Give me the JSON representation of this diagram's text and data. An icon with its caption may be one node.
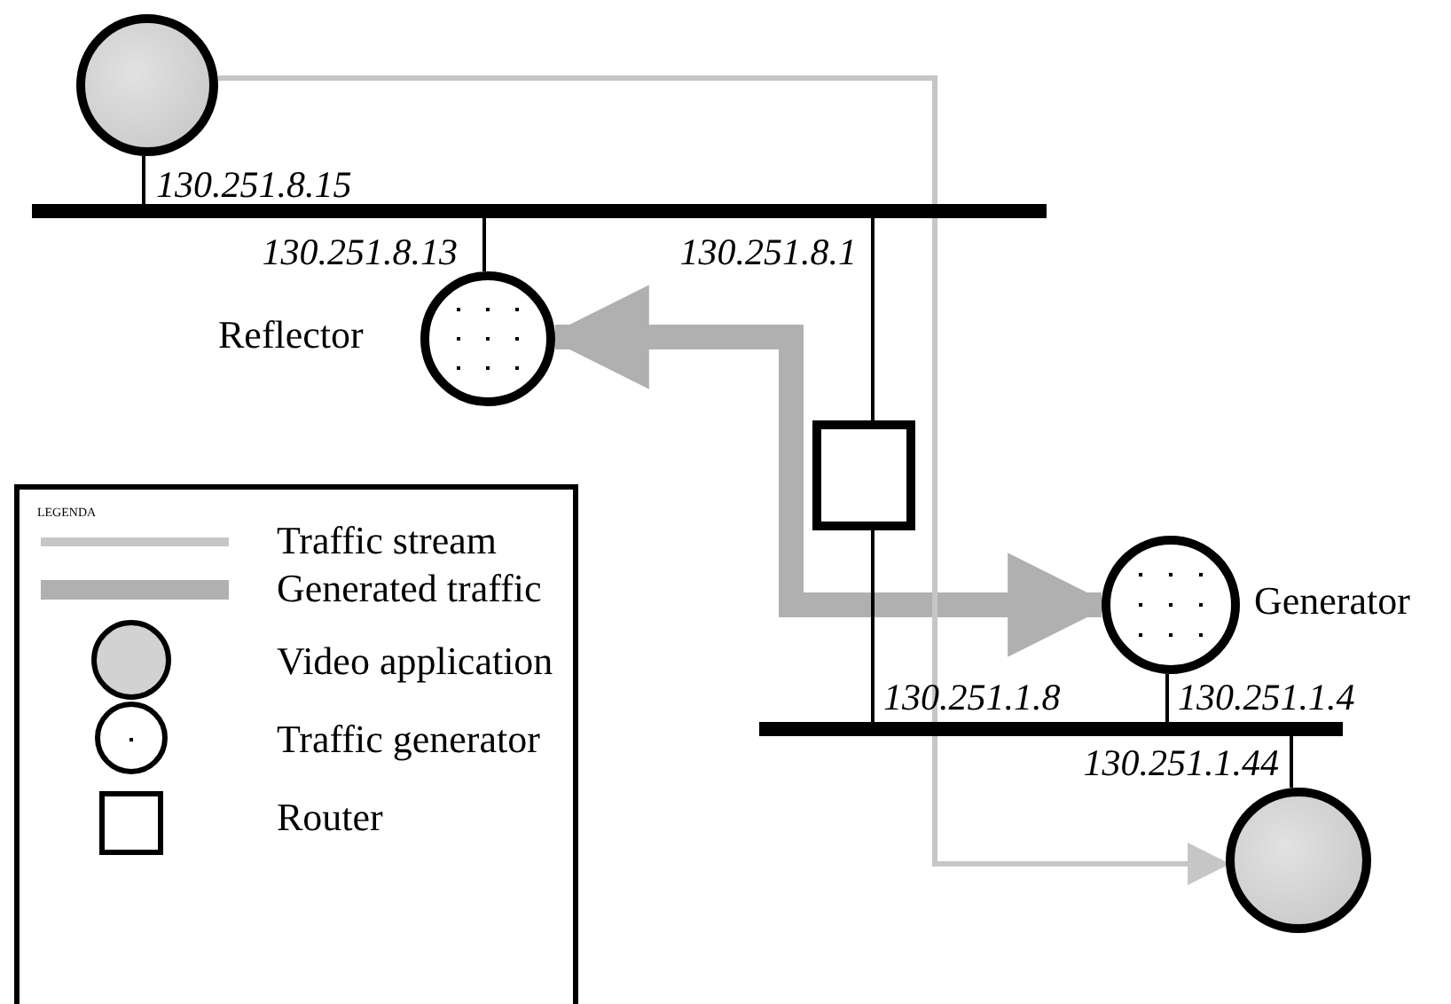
{
  "diagram": {
    "nodes": [
      {
        "text": [],
        "shape": "circle"
      },
      {
        "text": [],
        "shape": "bar"
      },
      {
        "text": [],
        "shape": "circle",
        "beside": [
          "Reflector"
        ]
      },
      {
        "text": [],
        "shape": "box"
      },
      {
        "text": [],
        "shape": "circle",
        "beside": [
          "Generator"
        ]
      },
      {
        "text": [],
        "shape": "bar"
      },
      {
        "text": [],
        "shape": "circle"
      }
    ],
    "edges": [
      {
        "from": 0,
        "to": 1,
        "arrow": "none",
        "label": "130.251.8.15"
      },
      {
        "from": 2,
        "to": 1,
        "arrow": "none",
        "label": "130.251.8.13"
      },
      {
        "from": 3,
        "to": 1,
        "arrow": "none",
        "label": "130.251.8.1"
      },
      {
        "from": 3,
        "to": 5,
        "arrow": "none",
        "label": "130.251.1.8"
      },
      {
        "from": 4,
        "to": 5,
        "arrow": "none",
        "label": "130.251.1.4"
      },
      {
        "from": 6,
        "to": 5,
        "arrow": "none",
        "label": "130.251.1.44"
      },
      {
        "from": 2,
        "to": 4,
        "arrow": "both",
        "style": "thick",
        "color": "#b0b0b0"
      },
      {
        "from": 0,
        "to": 6,
        "arrow": "to",
        "color": "#c6c6c6"
      }
    ],
    "labels": [
      "LEGENDA"
    ],
    "legend": [
      {
        "text": "Traffic stream"
      },
      {
        "text": "Generated traffic"
      },
      {
        "text": "Video application"
      },
      {
        "text": "Traffic generator"
      },
      {
        "text": "Router"
      }
    ]
  }
}
